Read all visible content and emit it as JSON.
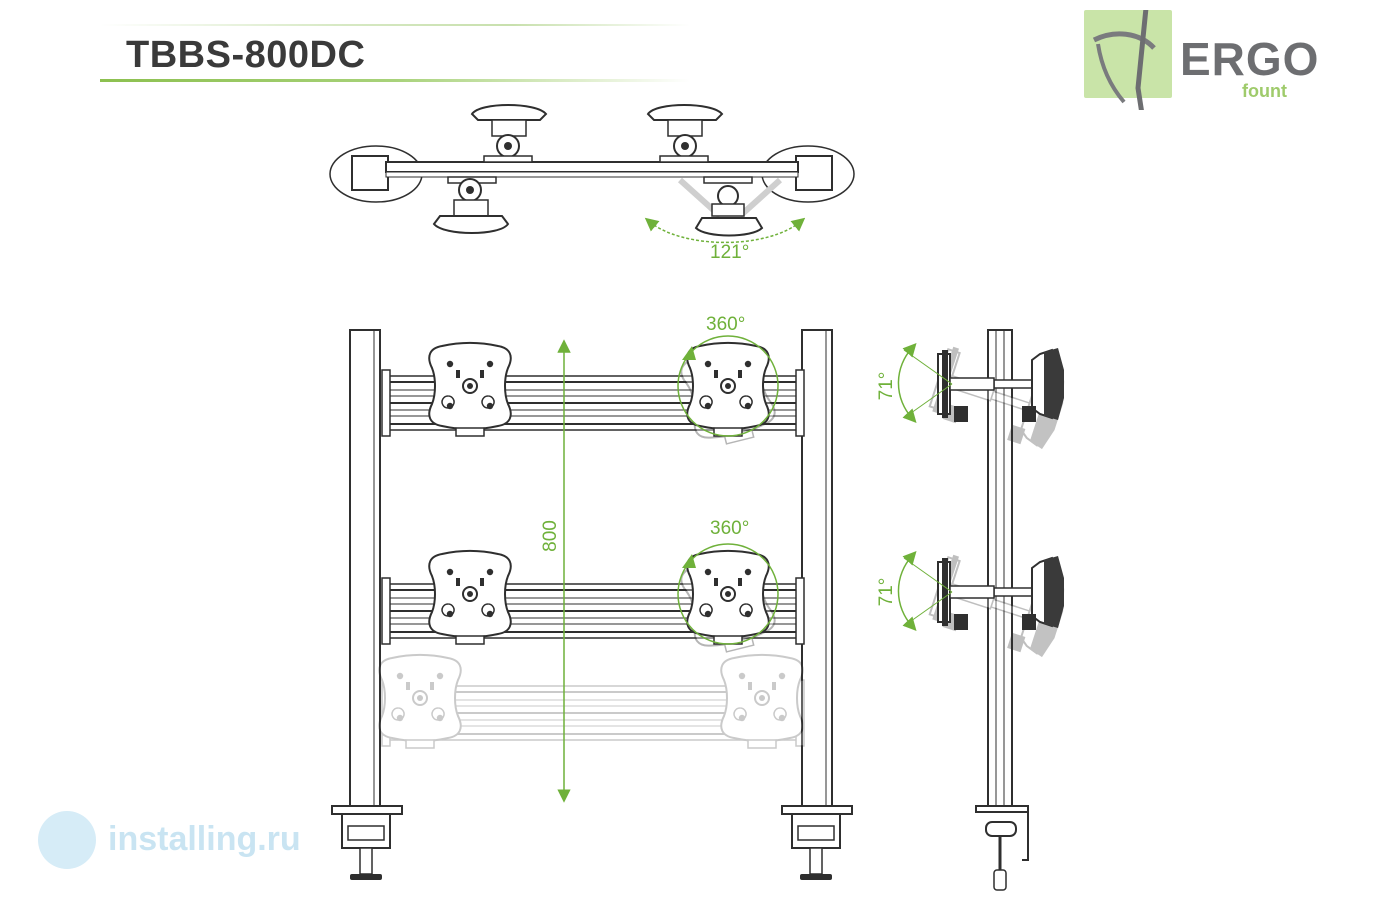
{
  "header": {
    "title": "TBBS-800DC"
  },
  "logo": {
    "main": "ERGO",
    "sub": "fount"
  },
  "watermark": {
    "text": "installing.ru"
  },
  "dimensions": {
    "top_view_angle": "121°",
    "rotation_upper": "360°",
    "rotation_lower": "360°",
    "height": "800",
    "tilt_upper": "71°",
    "tilt_lower": "71°"
  },
  "colors": {
    "accent": "#8cc04f",
    "line": "#3a3a3a",
    "ghost": "#c8c8c8"
  }
}
